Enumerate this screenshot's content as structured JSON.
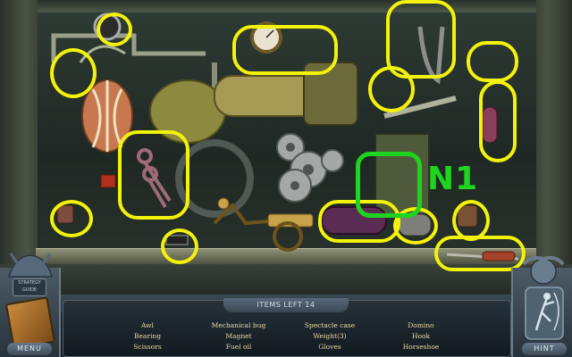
{
  "hud": {
    "items_left_label": "ITEMS LEFT",
    "items_left_count": "14",
    "menu_label": "MENU",
    "hint_label": "HINT",
    "strategy_label": "STRATEGY GUIDE"
  },
  "item_list": [
    [
      "Awl",
      "Mechanical bug",
      "Spectacle case",
      "Domino"
    ],
    [
      "Bearing",
      "Magnet",
      "Weight(3)",
      "Hook"
    ],
    [
      "Scissors",
      "Fuel oil",
      "Gloves",
      "Horseshoe"
    ]
  ],
  "overlay": {
    "label": "N1",
    "marker_color": "#f2f20a",
    "label_color": "#1fd41f"
  },
  "icons": {
    "menu_book": "journal-book-icon",
    "strategy_guide": "strategy-guide-icon",
    "hint_figure": "archer-hint-icon"
  }
}
